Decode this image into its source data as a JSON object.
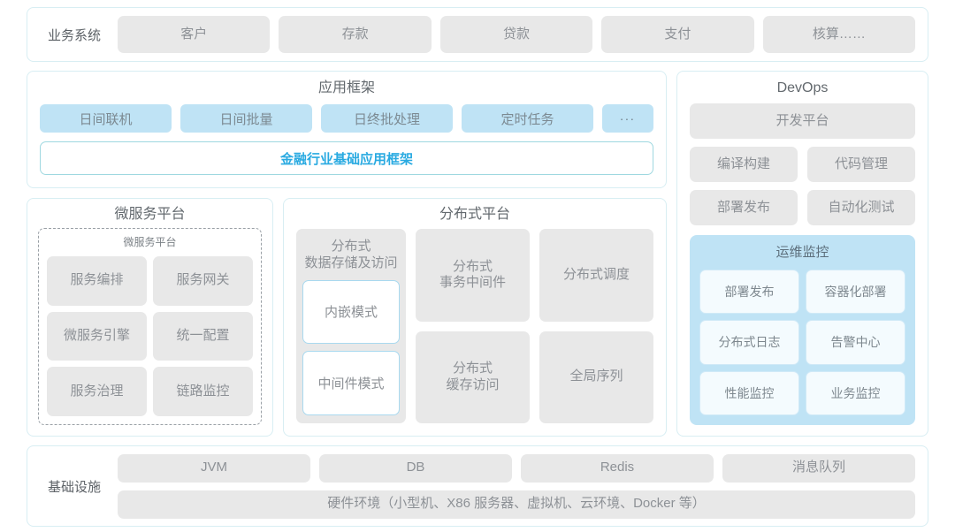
{
  "colors": {
    "panel_border": "#d8eef3",
    "chip_gray": "#e8e8e8",
    "chip_blue": "#bfe3f5",
    "accent_cyan": "#29aae1",
    "text_gray": "#8d9196"
  },
  "business_systems": {
    "label": "业务系统",
    "items": [
      "客户",
      "存款",
      "贷款",
      "支付",
      "核算……"
    ]
  },
  "app_framework": {
    "title": "应用框架",
    "chips": [
      "日间联机",
      "日间批量",
      "日终批处理",
      "定时任务"
    ],
    "more_chip": "...",
    "framework_bar": "金融行业基础应用框架"
  },
  "microservice_platform": {
    "title": "微服务平台",
    "inner_title": "微服务平台",
    "items": [
      "服务编排",
      "服务网关",
      "微服务引擎",
      "统一配置",
      "服务治理",
      "链路监控"
    ]
  },
  "distributed_platform": {
    "title": "分布式平台",
    "storage_card": {
      "title": "分布式\n数据存储及访问",
      "modes": [
        "内嵌模式",
        "中间件模式"
      ]
    },
    "items": [
      "分布式\n事务中间件",
      "分布式调度",
      "分布式\n缓存访问",
      "全局序列"
    ]
  },
  "devops": {
    "title": "DevOps",
    "platform": "开发平台",
    "items": [
      "编译构建",
      "代码管理",
      "部署发布",
      "自动化测试"
    ],
    "ops_monitor": {
      "title": "运维监控",
      "items": [
        "部署发布",
        "容器化部署",
        "分布式日志",
        "告警中心",
        "性能监控",
        "业务监控"
      ]
    }
  },
  "infrastructure": {
    "label": "基础设施",
    "items": [
      "JVM",
      "DB",
      "Redis",
      "消息队列"
    ],
    "hardware": "硬件环境（小型机、X86 服务器、虚拟机、云环境、Docker 等）"
  }
}
